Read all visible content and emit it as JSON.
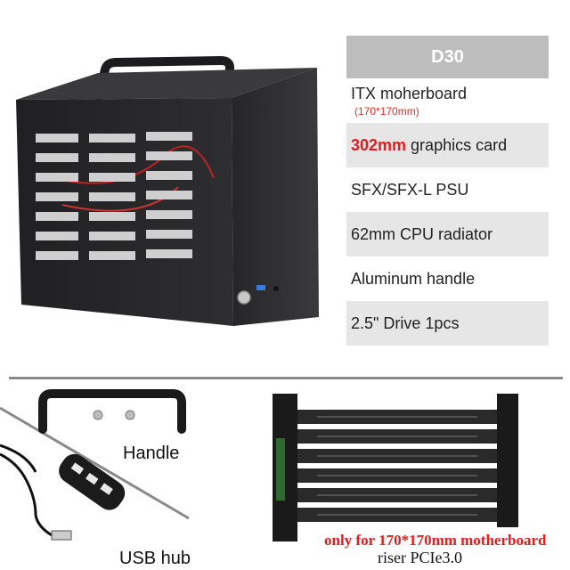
{
  "specs": {
    "header": "D30",
    "rows": [
      {
        "text": "ITX moherboard",
        "sub": "(170*170mm)"
      },
      {
        "highlight": "302mm",
        "text": " graphics card"
      },
      {
        "text": "SFX/SFX-L PSU"
      },
      {
        "text": "62mm CPU radiator"
      },
      {
        "text": "Aluminum handle"
      },
      {
        "text": "2.5\" Drive 1pcs"
      }
    ]
  },
  "accessories": {
    "handle_label": "Handle",
    "usb_hub_label": "USB hub",
    "riser_note": "only for 170*170mm motherboard",
    "riser_label": "riser PCIe3.0"
  },
  "colors": {
    "header_bg": "#bdbdbd",
    "row_alt_bg": "#e6e6e6",
    "accent_red": "#e21c1c",
    "case_body": "#2a2a2d"
  }
}
